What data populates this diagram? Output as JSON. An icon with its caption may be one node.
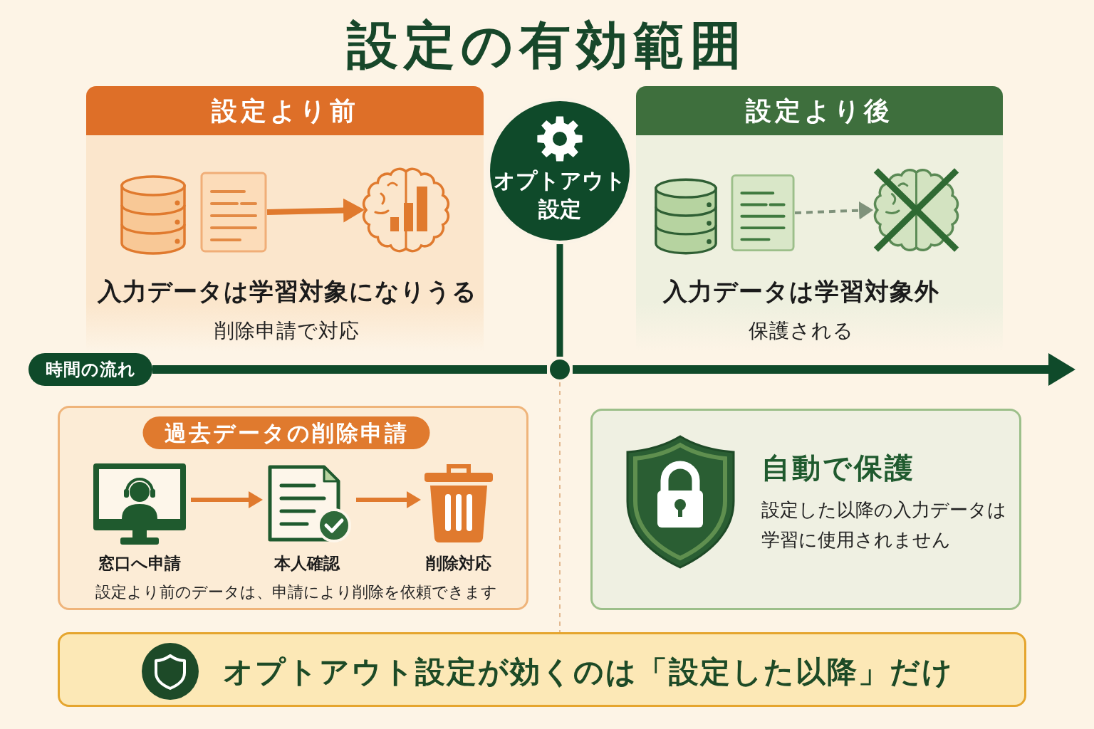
{
  "diagram": {
    "title": "設定の有効範囲",
    "nodes": [
      {
        "text": [
          "設定より前",
          "入力データは学習対象になりうる",
          "削除申請で対応"
        ]
      },
      {
        "text": [],
        "shape": "cylinder",
        "in": 0
      },
      {
        "text": [],
        "shape": "picture",
        "in": 0
      },
      {
        "text": [],
        "shape": "picture",
        "in": 0
      },
      {
        "text": [
          "オプトアウト設定"
        ]
      },
      {
        "text": [
          "設定より後",
          "入力データは学習対象外",
          "保護される"
        ]
      },
      {
        "text": [],
        "shape": "cylinder",
        "in": 5
      },
      {
        "text": [],
        "shape": "picture",
        "in": 5
      },
      {
        "text": [],
        "shape": "picture",
        "in": 5
      },
      {
        "text": [
          "時間の流れ"
        ]
      },
      {
        "text": [],
        "shape": "circle"
      },
      {
        "text": [
          "過去データの削除申請",
          "設定より前のデータは、申請により削除を依頼できます"
        ]
      },
      {
        "text": [
          "窓口へ申請"
        ],
        "in": 11
      },
      {
        "text": [
          "本人確認"
        ],
        "in": 11
      },
      {
        "text": [
          "削除対応"
        ],
        "in": 11
      },
      {
        "text": [
          "自動で保護",
          "設定した以降の入力データは学習に使用されません"
        ]
      },
      {
        "text": [
          "オプトアウト設定が効くのは「設定した以降」だけ"
        ]
      }
    ],
    "edges": [
      {
        "from": 2,
        "to": 3,
        "arrow": "to",
        "color": "#e07a2e"
      },
      {
        "from": 7,
        "to": 8,
        "arrow": "to",
        "style": "dashed",
        "color": "#7f927b"
      },
      {
        "from": 4,
        "to": 10,
        "arrow": "none",
        "color": "#0f4a2a"
      },
      {
        "from": 9,
        "to": 10,
        "arrow": "none",
        "style": "thick",
        "color": "#0f4a2a"
      },
      {
        "from": 10,
        "to": null,
        "arrow": "to",
        "style": "thick",
        "color": "#0f4a2a"
      },
      {
        "from": 12,
        "to": 13,
        "arrow": "to",
        "color": "#e07a2e"
      },
      {
        "from": 13,
        "to": 14,
        "arrow": "to",
        "color": "#e07a2e"
      },
      {
        "from": 10,
        "to": 16,
        "arrow": "none",
        "style": "dashed",
        "color": "#e2b890"
      }
    ]
  }
}
